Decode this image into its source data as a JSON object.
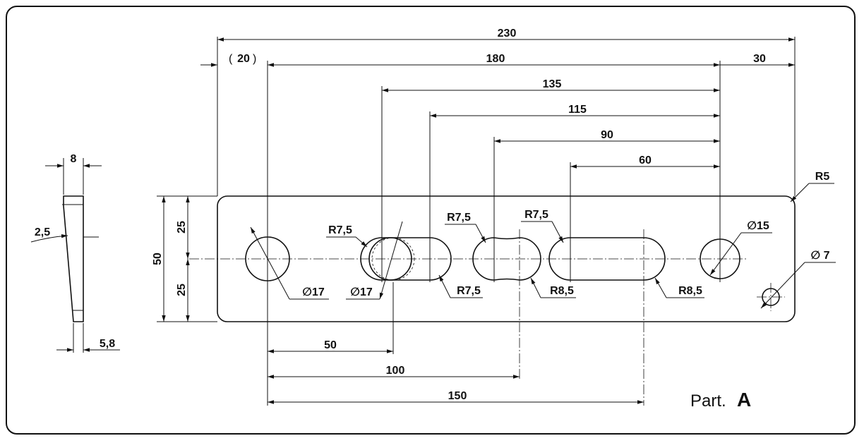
{
  "drawing": {
    "overall_length": "230",
    "ref_left": "20",
    "ref_left_paren_open": "(",
    "ref_left_paren_close": ")",
    "span_180": "180",
    "right_offset": "30",
    "dist_135": "135",
    "dist_115": "115",
    "dist_90": "90",
    "dist_60": "60",
    "corner_radius": "R5",
    "height_total": "50",
    "height_top": "25",
    "height_bottom": "25",
    "hole_left_dia": "∅17",
    "slot1_dia": "∅17",
    "slot1_r_top": "R7,5",
    "slot1_r_bottom": "R7,5",
    "slot2_r_top": "R7,5",
    "slot2_r_bottom": "R8,5",
    "slot3_r_top": "R7,5",
    "slot3_r_bottom": "R8,5",
    "hole_right_dia": "∅15",
    "small_hole_dia": "∅ 7",
    "bottom_50": "50",
    "bottom_100": "100",
    "bottom_150": "150",
    "side_top_width": "8",
    "side_angle": "2,5",
    "side_bottom_width": "5,8"
  },
  "title_block": {
    "part_label": "Part.",
    "part_letter": "A"
  }
}
